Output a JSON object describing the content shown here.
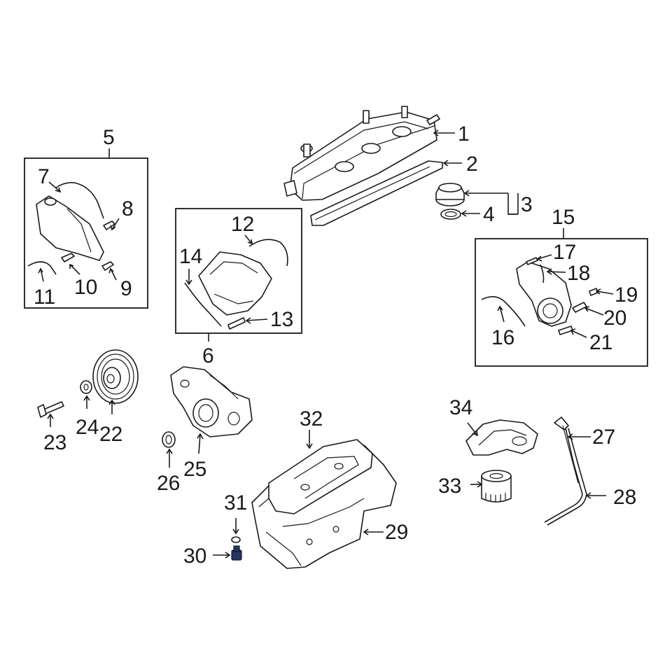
{
  "colors": {
    "line": "#1a1a1a",
    "highlight": "#25355f",
    "background": "#ffffff"
  },
  "callouts": {
    "c1": "1",
    "c2": "2",
    "c3": "3",
    "c4": "4",
    "c5": "5",
    "c6": "6",
    "c7": "7",
    "c8": "8",
    "c9": "9",
    "c10": "10",
    "c11": "11",
    "c12": "12",
    "c13": "13",
    "c14": "14",
    "c15": "15",
    "c16": "16",
    "c17": "17",
    "c18": "18",
    "c19": "19",
    "c20": "20",
    "c21": "21",
    "c22": "22",
    "c23": "23",
    "c24": "24",
    "c25": "25",
    "c26": "26",
    "c27": "27",
    "c28": "28",
    "c29": "29",
    "c30": "30",
    "c31": "31",
    "c32": "32",
    "c33": "33",
    "c34": "34"
  },
  "highlighted_part": "30"
}
